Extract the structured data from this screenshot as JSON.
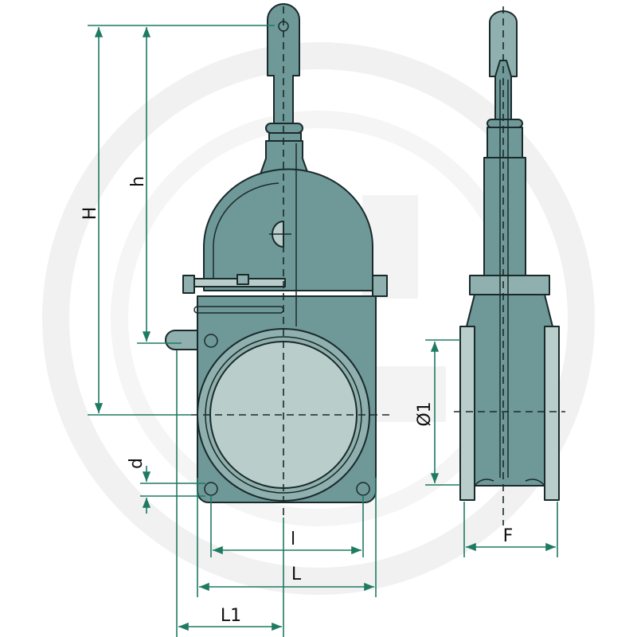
{
  "diagram": {
    "title": "Gate valve technical drawing",
    "views": [
      "front-view",
      "side-view"
    ],
    "colors": {
      "body": "#6f9898",
      "body_light": "#8fb0ae",
      "bore": "#b9cdcb",
      "outline": "#1a2a2a",
      "dimension_line": "#1f7a62",
      "watermark": "#f1f1f1",
      "background": "#ffffff"
    },
    "dimensions": {
      "H": "H",
      "h": "h",
      "d": "d",
      "l": "l",
      "L": "L",
      "L1": "L1",
      "D1": "Ø1",
      "F": "F"
    }
  }
}
